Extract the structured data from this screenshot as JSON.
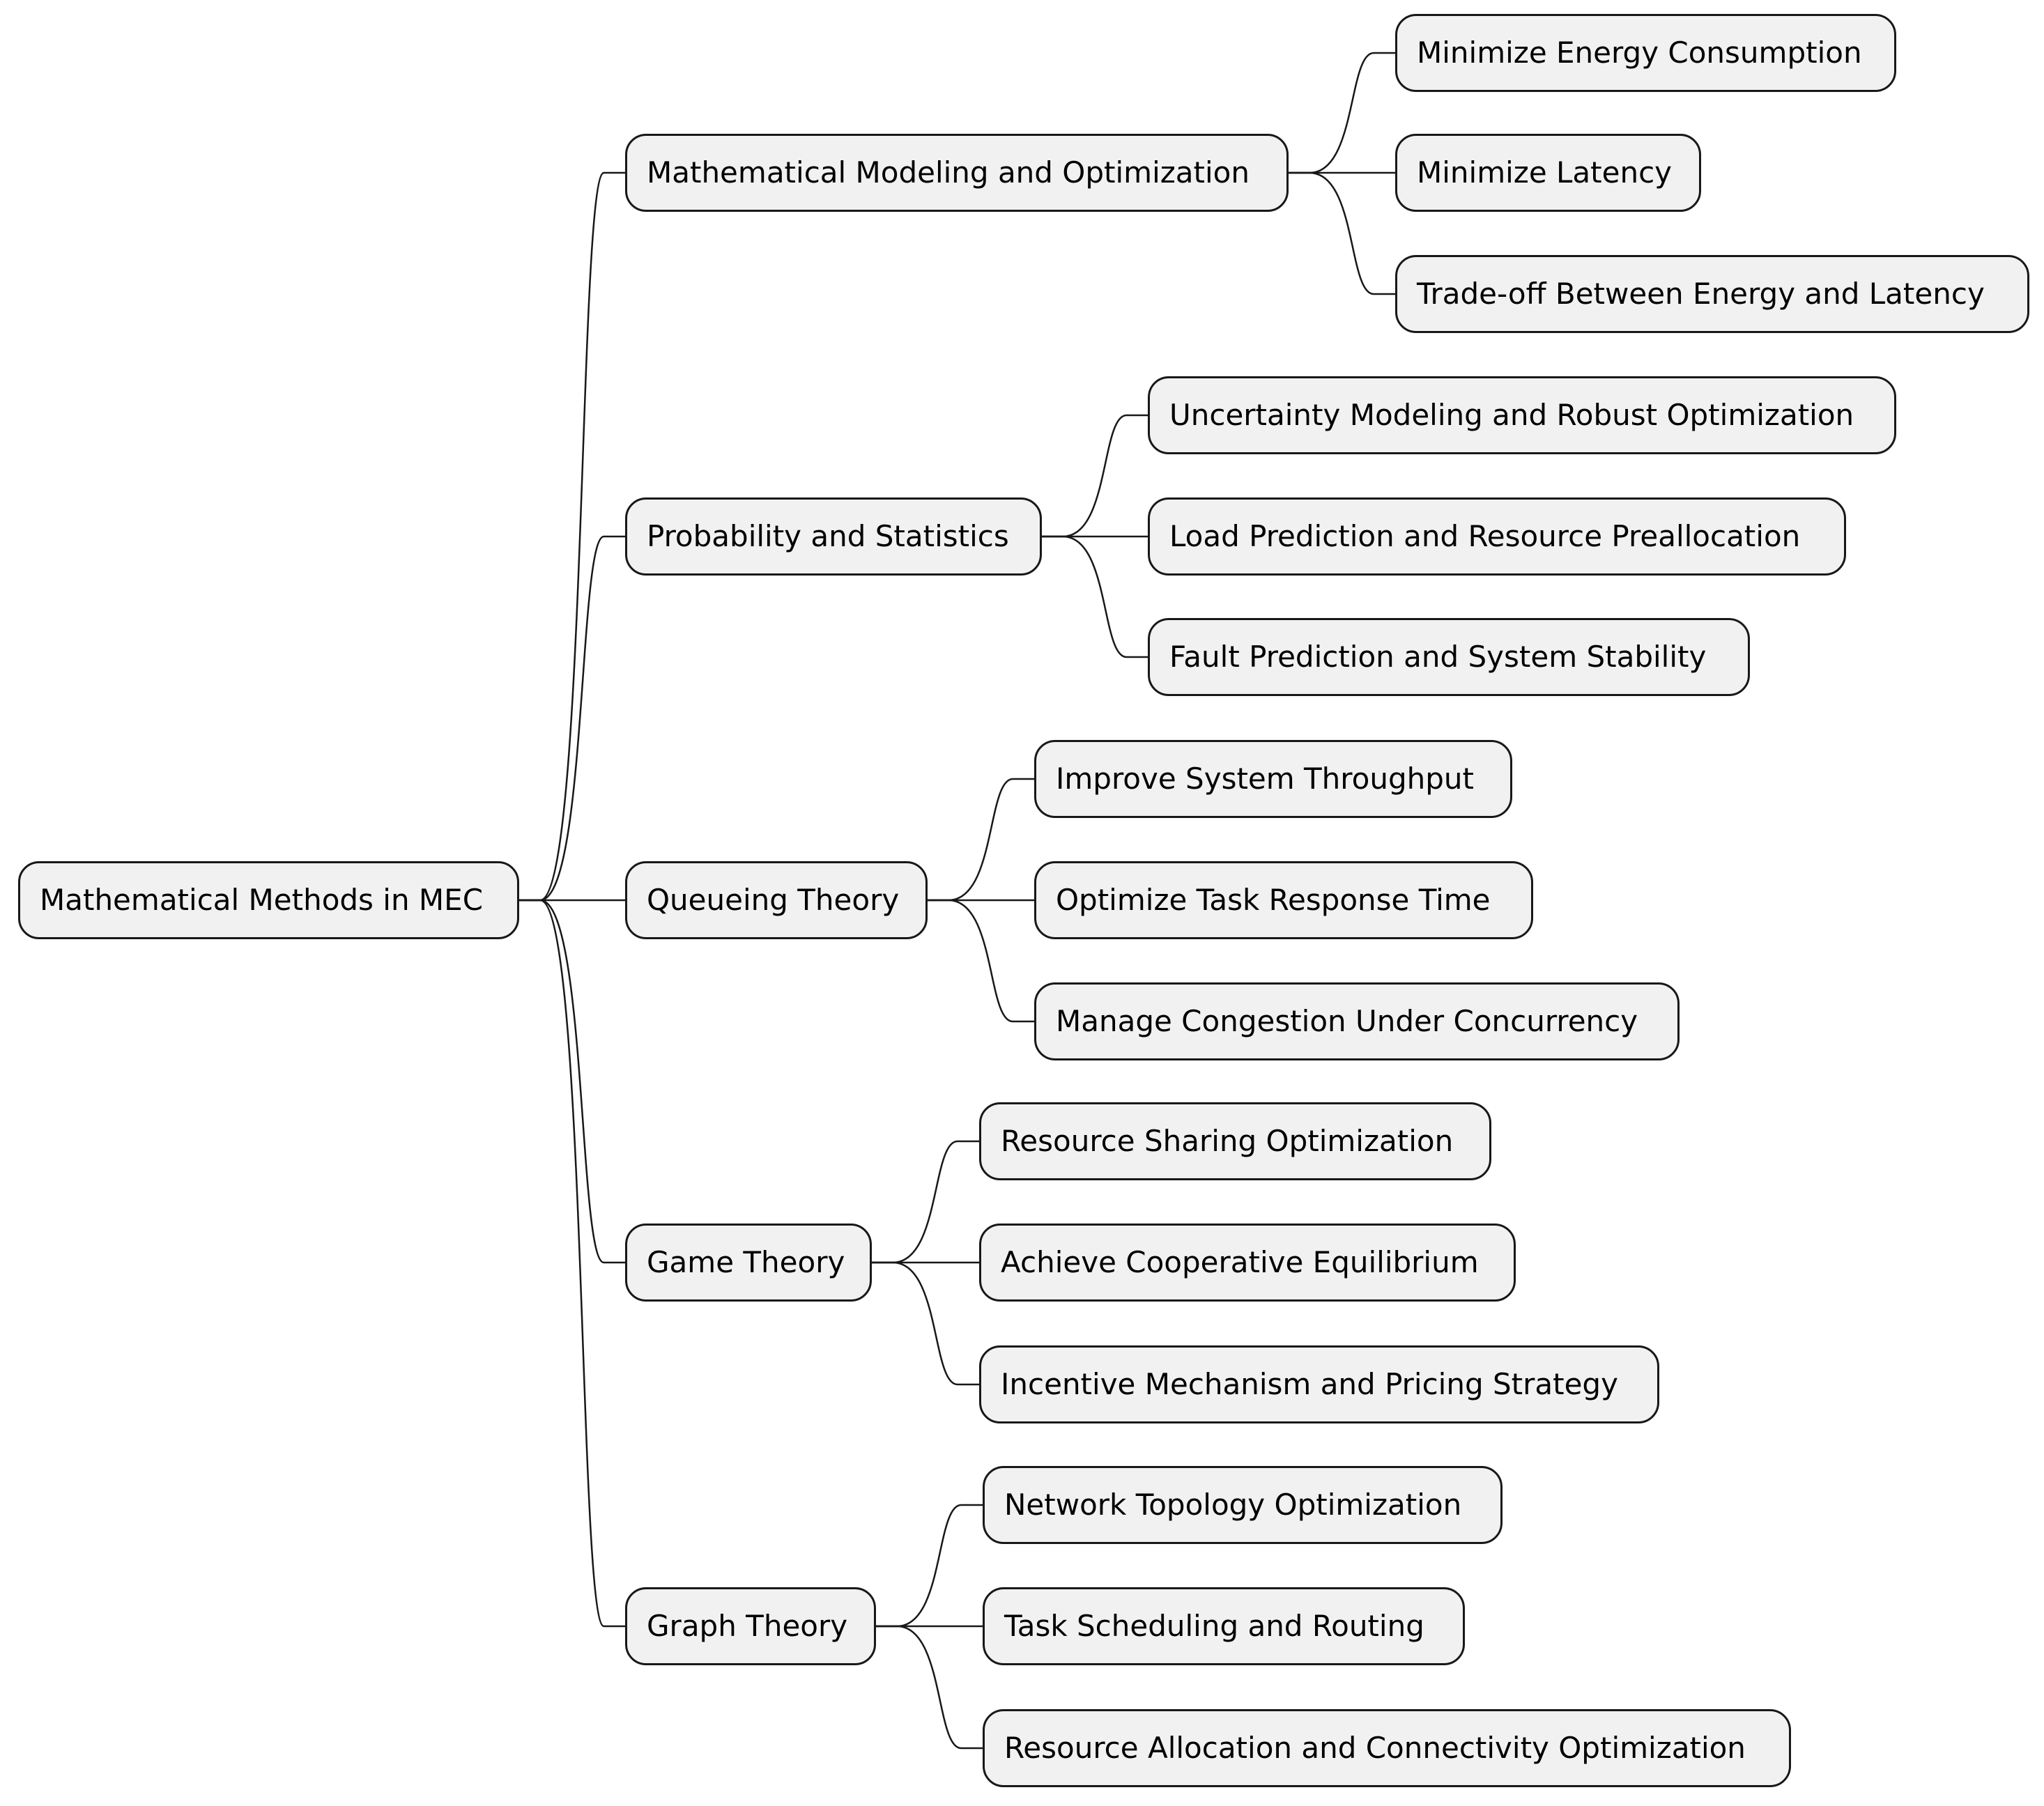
{
  "mindmap": {
    "root": "Mathematical Methods in MEC",
    "branches": [
      {
        "label": "Mathematical Modeling and Optimization",
        "children": [
          "Minimize Energy Consumption",
          "Minimize Latency",
          "Trade-off Between Energy and Latency"
        ]
      },
      {
        "label": "Probability and Statistics",
        "children": [
          "Uncertainty Modeling and Robust Optimization",
          "Load Prediction and Resource Preallocation",
          "Fault Prediction and System Stability"
        ]
      },
      {
        "label": "Queueing Theory",
        "children": [
          "Improve System Throughput",
          "Optimize Task Response Time",
          "Manage Congestion Under Concurrency"
        ]
      },
      {
        "label": "Game Theory",
        "children": [
          "Resource Sharing Optimization",
          "Achieve Cooperative Equilibrium",
          "Incentive Mechanism and Pricing Strategy"
        ]
      },
      {
        "label": "Graph Theory",
        "children": [
          "Network Topology Optimization",
          "Task Scheduling and Routing",
          "Resource Allocation and Connectivity Optimization"
        ]
      }
    ]
  },
  "colors": {
    "node_fill": "#f1f1f1",
    "node_border": "#181818",
    "connector": "#181818",
    "text": "#000000",
    "background": "#ffffff"
  }
}
